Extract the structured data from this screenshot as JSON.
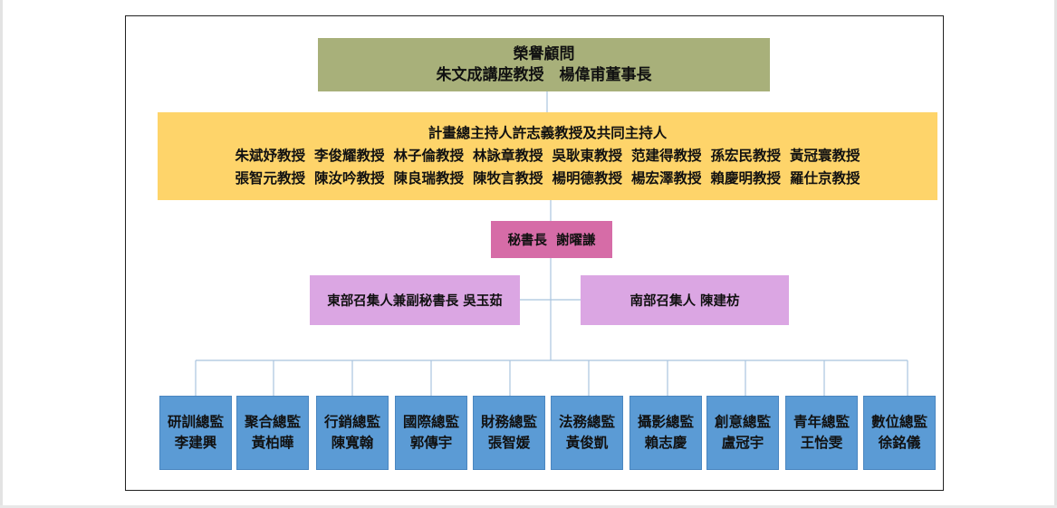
{
  "honorary": {
    "title": "榮譽顧問",
    "names": "朱文成講座教授　楊偉甫董事長"
  },
  "principal": {
    "title": "計畫總主持人許志義教授及共同主持人",
    "row1": [
      "朱斌妤教授",
      "李俊耀教授",
      "林子倫教授",
      "林詠章教授",
      "吳耿東教授",
      "范建得教授",
      "孫宏民教授",
      "黃冠寰教授"
    ],
    "row2": [
      "張智元教授",
      "陳汝吟教授",
      "陳良瑞教授",
      "陳牧言教授",
      "楊明德教授",
      "楊宏澤教授",
      "賴慶明教授",
      "羅仕京教授"
    ]
  },
  "secretary_general": "秘書長  謝曜謙",
  "conveners": {
    "east": "東部召集人兼副秘書長 吳玉茹",
    "south": "南部召集人 陳建枋"
  },
  "directors": [
    {
      "role": "研訓總監",
      "name": "李建興"
    },
    {
      "role": "聚合總監",
      "name": "黃柏曄"
    },
    {
      "role": "行銷總監",
      "name": "陳寬翰"
    },
    {
      "role": "國際總監",
      "name": "郭傳宇"
    },
    {
      "role": "財務總監",
      "name": "張智媛"
    },
    {
      "role": "法務總監",
      "name": "黃俊凱"
    },
    {
      "role": "攝影總監",
      "name": "賴志慶"
    },
    {
      "role": "創意總監",
      "name": "盧冠宇"
    },
    {
      "role": "青年總監",
      "name": "王怡雯"
    },
    {
      "role": "數位總監",
      "name": "徐銘儀"
    }
  ],
  "colors": {
    "honorary": "#a8b07a",
    "principal": "#fed46a",
    "secretary": "#d66ca7",
    "convener": "#dba6e3",
    "director": "#5b9bd5",
    "connector": "#a9c4de"
  }
}
